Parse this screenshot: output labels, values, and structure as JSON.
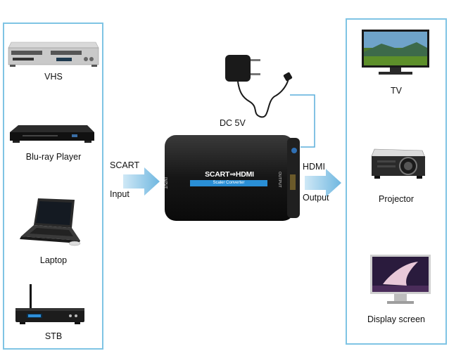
{
  "sources": [
    {
      "label": "VHS",
      "icon": "vhs-player-icon"
    },
    {
      "label": "Blu-ray Player",
      "icon": "bluray-player-icon"
    },
    {
      "label": "Laptop",
      "icon": "laptop-icon"
    },
    {
      "label": "STB",
      "icon": "set-top-box-icon"
    }
  ],
  "displays": [
    {
      "label": "TV",
      "icon": "tv-icon"
    },
    {
      "label": "Projector",
      "icon": "projector-icon"
    },
    {
      "label": "Display screen",
      "icon": "display-screen-icon"
    }
  ],
  "converter": {
    "title": "SCART⇒HDMI",
    "subtitle": "Scaler Converter",
    "input_port": "INPUT",
    "output_port": "OUTPUT"
  },
  "power": {
    "label": "DC 5V",
    "icon": "power-adapter-icon"
  },
  "input_side": {
    "line1": "SCART",
    "line2": "Input"
  },
  "output_side": {
    "line1": "HDMI",
    "line2": "Output"
  },
  "colors": {
    "panel_border": "#7fc4e4",
    "arrow": "#6fb7e0",
    "cable": "#5aaedb",
    "converter_body": "#1a1a1a",
    "converter_label": "#2a8fd6"
  }
}
